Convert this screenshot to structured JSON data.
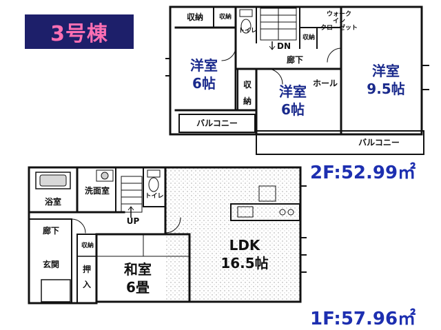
{
  "badge": {
    "title": "3号棟",
    "bg": "#1d1f6a",
    "fg": "#ff6fb3"
  },
  "floor2": {
    "area": "2F:52.99㎡",
    "rooms": {
      "western_left": [
        "洋室",
        "6帖"
      ],
      "western_center": [
        "洋室",
        "6帖"
      ],
      "western_right": [
        "洋室",
        "9.5帖"
      ]
    },
    "labels": {
      "storage_a": "収納",
      "storage_b": "収納",
      "toilet": "トイレ",
      "storage_c": "収納",
      "walkin_1": "ウォーク",
      "walkin_2": "イン",
      "walkin_3": "クローゼット",
      "dn": "DN",
      "corridor": "廊下",
      "hall": "ホール",
      "storage_v_1": "収",
      "storage_v_2": "納",
      "balcony_left": "バルコニー",
      "balcony_right": "バルコニー"
    }
  },
  "floor1": {
    "area": "1F:57.96㎡",
    "rooms": {
      "ldk": [
        "LDK",
        "16.5帖"
      ],
      "japanese": [
        "和室",
        "6畳"
      ]
    },
    "labels": {
      "washroom": "洗面室",
      "bath": "浴室",
      "toilet": "トイレ",
      "up": "UP",
      "corridor": "廊下",
      "storage": "収納",
      "entrance": "玄関",
      "closet_1": "押",
      "closet_2": "入"
    }
  },
  "colors": {
    "room_text": "#1a2a8c",
    "area_text": "#1d2fb0"
  }
}
